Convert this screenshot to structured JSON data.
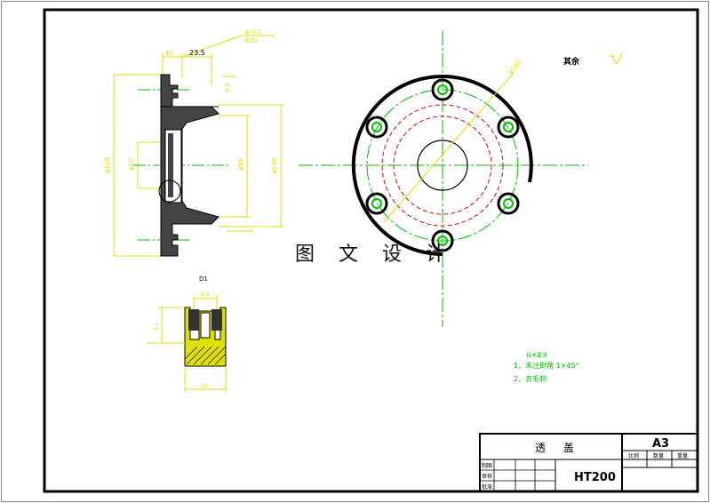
{
  "watermark": "图 文 设 计",
  "title_block": {
    "part_name": "透 盖",
    "sheet_size": "A3",
    "material": "HT200",
    "col_scale": "比例",
    "col_qty": "数量",
    "col_weight": "重量",
    "row_drawn": "制图",
    "row_checked": "审核",
    "row_approved": "批准"
  },
  "side_view": {
    "dim_width": "23.5",
    "dim_tol": "0.02",
    "dim_small": "4.5"
  },
  "detail": {
    "label": "D1",
    "dim_top": "4.2",
    "dim_left": "4.1",
    "dim_bottom": "10"
  },
  "roughness_note": "其余",
  "tech_req": {
    "heading": "技术要求",
    "item1": "1、未注倒角 1×45°",
    "item2": "2、去毛刺"
  },
  "colors": {
    "frame": "#000000",
    "dimension": "#e0e000",
    "centerline": "#00c000",
    "hidden": "#e00000",
    "hatch": "#e0e000"
  }
}
